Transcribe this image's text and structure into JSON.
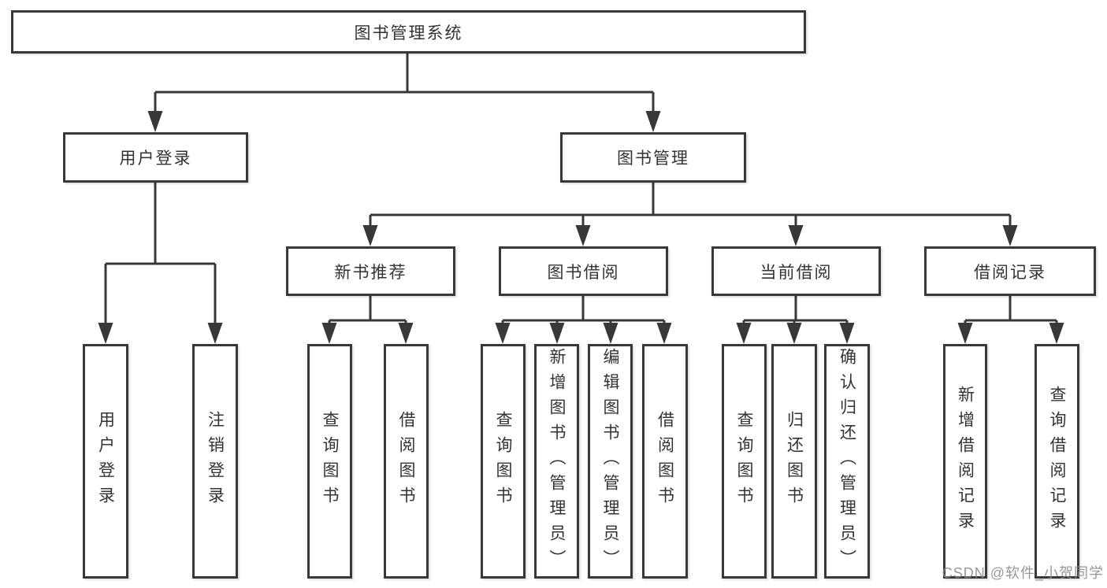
{
  "chart": {
    "root": {
      "label": "图书管理系统"
    },
    "children": [
      {
        "label": "用户登录",
        "children": [
          {
            "label": "用户登录"
          },
          {
            "label": "注销登录"
          }
        ]
      },
      {
        "label": "图书管理",
        "children": [
          {
            "label": "新书推荐",
            "children": [
              {
                "label": "查询图书"
              },
              {
                "label": "借阅图书"
              }
            ]
          },
          {
            "label": "图书借阅",
            "children": [
              {
                "label": "查询图书"
              },
              {
                "label": "新增图书（管理员）"
              },
              {
                "label": "编辑图书（管理员）"
              },
              {
                "label": "借阅图书"
              }
            ]
          },
          {
            "label": "当前借阅",
            "children": [
              {
                "label": "查询图书"
              },
              {
                "label": "归还图书"
              },
              {
                "label": "确认归还（管理员）"
              }
            ]
          },
          {
            "label": "借阅记录",
            "children": [
              {
                "label": "新增借阅记录"
              },
              {
                "label": "查询借阅记录"
              }
            ]
          }
        ]
      }
    ]
  },
  "watermark": "CSDN @软件_小贺同学",
  "colors": {
    "line": "#383838",
    "box_border": "#383838",
    "box_fill": "#ffffff",
    "text": "#333333",
    "watermark": "#8c8c8c",
    "background": "#ffffff"
  }
}
